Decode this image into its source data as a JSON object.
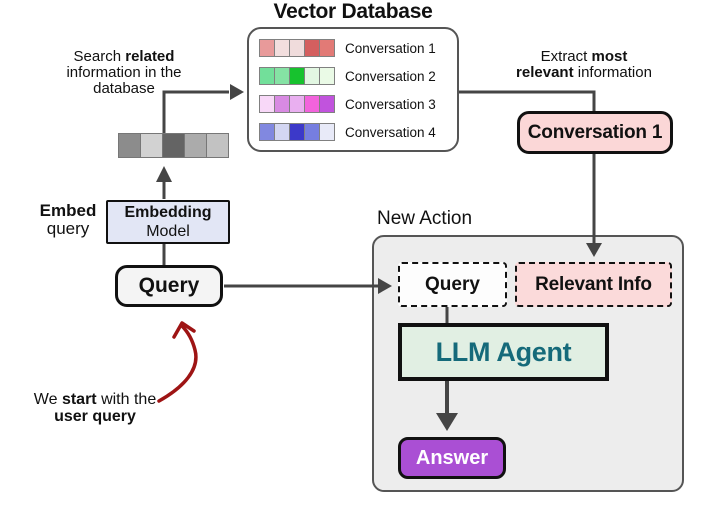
{
  "title": "Vector Database",
  "vector_database": {
    "rows": [
      {
        "label": "Conversation 1",
        "colors": [
          "#e89a9a",
          "#f2dede",
          "#f0dcdc",
          "#d45f5f",
          "#e27a76"
        ]
      },
      {
        "label": "Conversation 2",
        "colors": [
          "#72df9a",
          "#85e2a4",
          "#17c22e",
          "#e2f7e2",
          "#eafae6"
        ]
      },
      {
        "label": "Conversation 3",
        "colors": [
          "#f8d8f8",
          "#d88ae2",
          "#e9aff0",
          "#f263dc",
          "#c153dd"
        ]
      },
      {
        "label": "Conversation 4",
        "colors": [
          "#8188e0",
          "#d3d6f2",
          "#3c39c9",
          "#767ee0",
          "#e8eaf8"
        ]
      }
    ]
  },
  "query_vector": {
    "colors": [
      "#8c8c8c",
      "#d2d2d2",
      "#646464",
      "#ababab",
      "#c2c2c2"
    ]
  },
  "notes": {
    "search": {
      "l1a": "Search ",
      "l1b": "related",
      "l2": "information in the",
      "l3": "database"
    },
    "extract": {
      "l1a": "Extract ",
      "l1b": "most",
      "l2a": "relevant",
      "l2b": " information"
    },
    "embed": {
      "l1": "Embed",
      "l2": "query"
    },
    "start": {
      "l1a": "We ",
      "l1b": "start",
      "l1c": " with the",
      "l2": "user query"
    }
  },
  "boxes": {
    "embedding_model_line1": "Embedding",
    "embedding_model_line2": "Model",
    "query": "Query",
    "conversation1": "Conversation 1",
    "new_action_label": "New Action",
    "dashed_query": "Query",
    "relevant_info": "Relevant Info",
    "llm_agent": "LLM Agent",
    "answer": "Answer"
  },
  "colors": {
    "arrow": "#454545",
    "red_arrow": "#9e1414",
    "conversation1_box": "#fbd7d7",
    "relevant_info_box": "#fbdada",
    "embedding_model_box": "#e2e6f5",
    "llm_agent_box": "#e1efe3",
    "llm_agent_text": "#156a7a",
    "answer_box": "#aa4fd4",
    "new_action_container": "#ededed"
  }
}
